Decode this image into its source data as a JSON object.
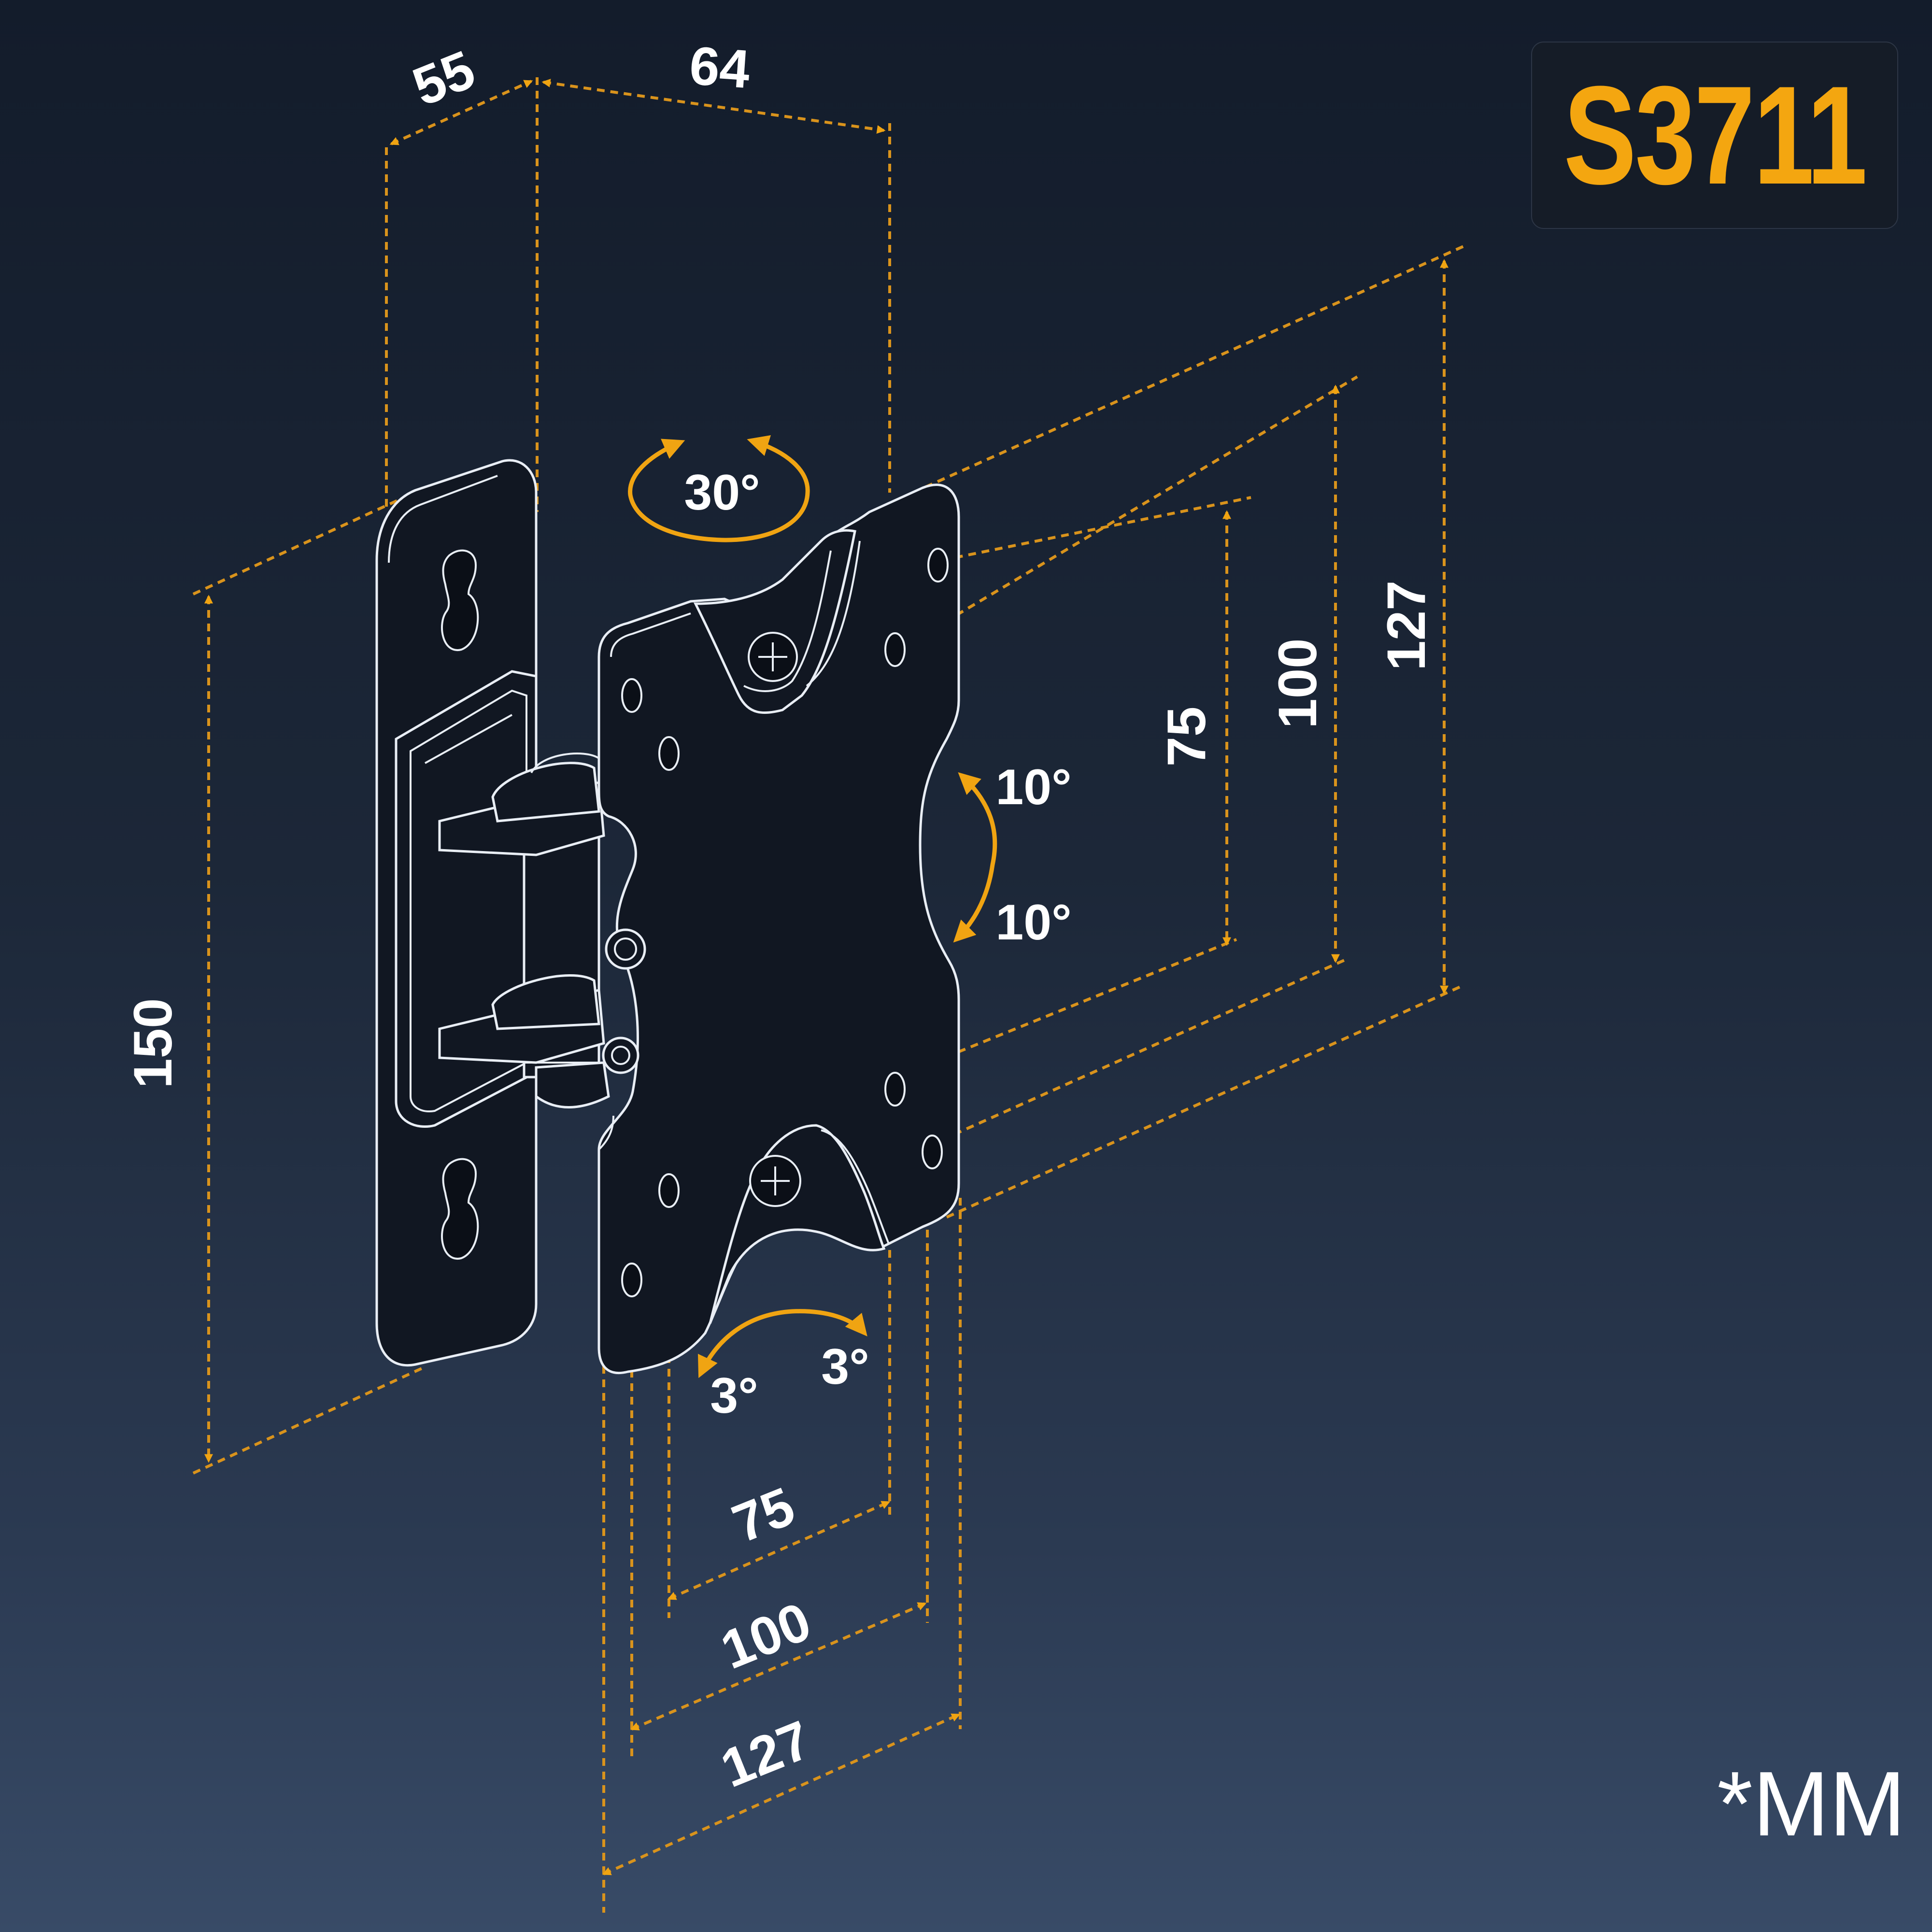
{
  "model": "S3711",
  "units": "*MM",
  "dimensions": {
    "top_depth": "55",
    "top_width": "64",
    "wall_height": "150",
    "vesa_v_small": "75",
    "vesa_v_mid": "100",
    "vesa_v_large": "127",
    "vesa_h_small": "75",
    "vesa_h_mid": "100",
    "vesa_h_large": "127"
  },
  "angles": {
    "swivel": "30°",
    "tilt_up": "10°",
    "tilt_down": "10°",
    "rotate_left": "3°",
    "rotate_right": "3°"
  },
  "colors": {
    "accent": "#f4a610",
    "background_top": "#131c2b",
    "background_bottom": "#384b67",
    "line": "#e9eef5"
  }
}
